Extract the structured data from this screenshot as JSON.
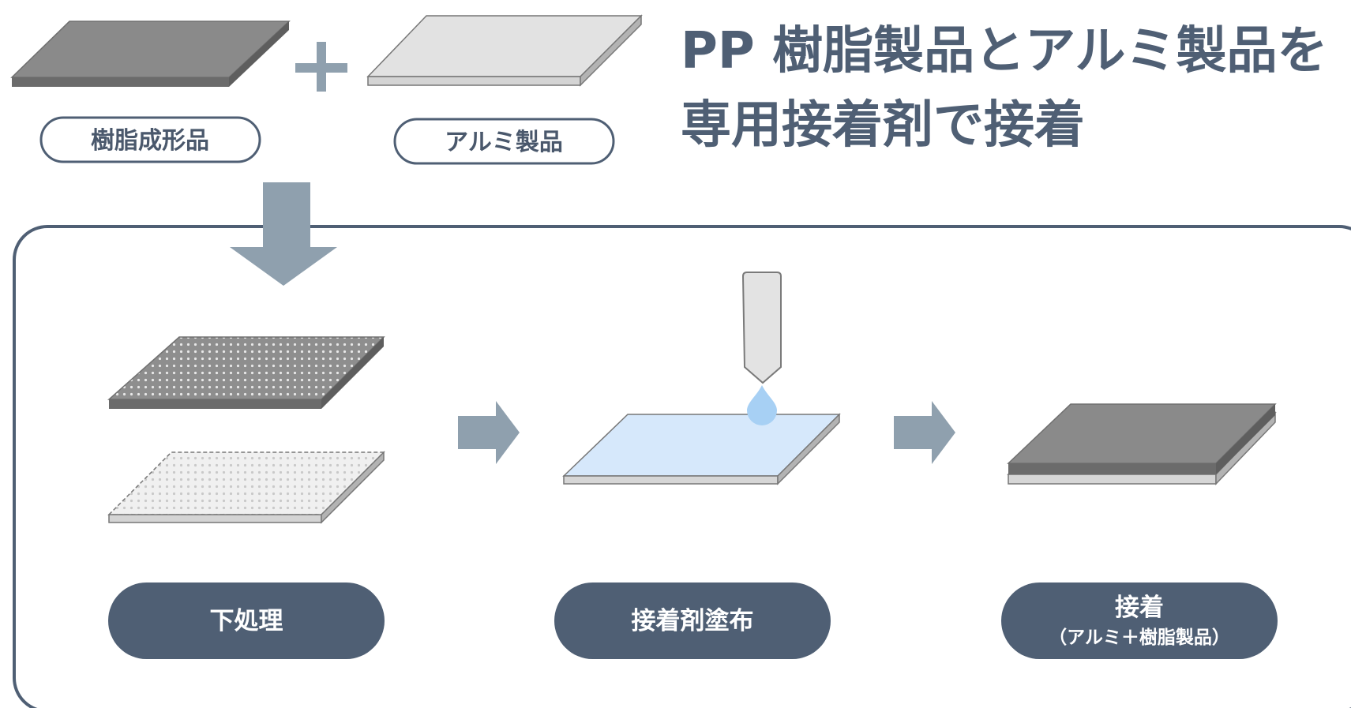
{
  "title": {
    "line1": "PP 樹脂製品とアルミ製品を",
    "line2": "専用接着剤で接着"
  },
  "inputs": {
    "resin_label": "樹脂成形品",
    "plus_symbol": "+",
    "aluminum_label": "アルミ製品"
  },
  "steps": [
    {
      "label": "下処理",
      "sublabel": ""
    },
    {
      "label": "接着剤塗布",
      "sublabel": ""
    },
    {
      "label": "接着",
      "sublabel": "（アルミ＋樹脂製品）"
    }
  ],
  "colors": {
    "dark_slate": "#4f5f74",
    "arrow_blue_gray": "#8fa0ae",
    "resin_gray": "#858585",
    "aluminum_light": "#e2e2e2",
    "adhesive_blue": "#d6e8fb",
    "drop_blue": "#a7d0f4"
  }
}
